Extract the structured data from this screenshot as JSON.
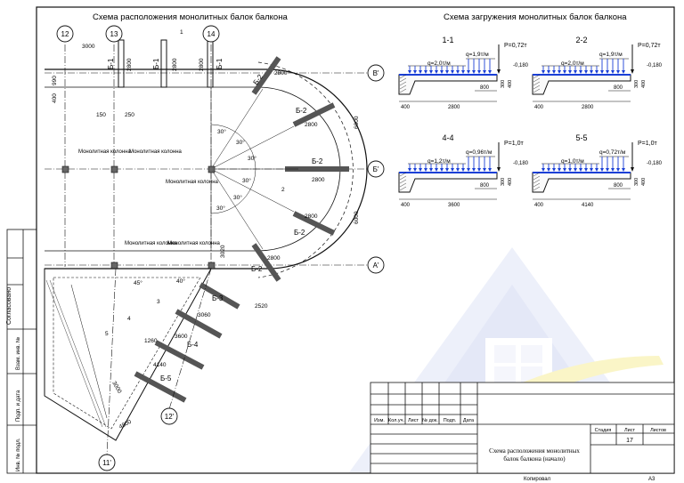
{
  "titles": {
    "plan": "Схема расположения монолитных балок балкона",
    "loads": "Схема загружения монолитных балок балкона"
  },
  "axes": {
    "a12": "12",
    "a13": "13",
    "a14": "14",
    "aV": "В'",
    "aB": "Б'",
    "aA": "А'",
    "a12p": "12'",
    "a11p": "11'"
  },
  "plan_labels": {
    "col1": "Монолитная колонна",
    "col2": "Монолитная колонна",
    "col3": "Монолитная колонна",
    "col4": "Монолитная колонна",
    "col5": "Монолитная колонна",
    "beam_b1": "Б-1",
    "beam_b2": "Б-2",
    "beam_b3": "Б-3",
    "beam_b4": "Б-4",
    "beam_b5": "Б-5",
    "d3000": "3000",
    "d2800": "2800",
    "d990": "990",
    "d400": "400",
    "d150": "150",
    "d250": "250",
    "d6000": "6000",
    "d30": "30°",
    "d45": "45°",
    "d40": "40°",
    "d3020": "3020",
    "d2520": "2520",
    "d3060": "3060",
    "d3600": "3600",
    "d4140": "4140",
    "d1260": "1260",
    "d4800": "4800",
    "sec1": "1",
    "sec2": "2",
    "sec3": "3",
    "sec4": "4",
    "sec5": "5"
  },
  "sections": [
    {
      "id": "1-1",
      "P": "P=0,72т",
      "q1": "q=2,0т/м",
      "q2": "q=1,9т/м",
      "span": "2800",
      "tip": "800",
      "sup": "400",
      "lvl": "-0,180",
      "h1": "300",
      "h2": "400"
    },
    {
      "id": "2-2",
      "P": "P=0,72т",
      "q1": "q=2,0т/м",
      "q2": "q=1,9т/м",
      "span": "2800",
      "tip": "800",
      "sup": "400",
      "lvl": "-0,180",
      "h1": "300",
      "h2": "400"
    },
    {
      "id": "4-4",
      "P": "P=1,0т",
      "q1": "q=1,2т/м",
      "q2": "q=0,96т/м",
      "span": "3600",
      "tip": "800",
      "sup": "400",
      "lvl": "-0,180",
      "h1": "300",
      "h2": "400"
    },
    {
      "id": "5-5",
      "P": "P=1,0т",
      "q1": "q=1,0т/м",
      "q2": "q=0,72т/м",
      "span": "4140",
      "tip": "800",
      "sup": "400",
      "lvl": "-0,180",
      "h1": "300",
      "h2": "400"
    }
  ],
  "stamp": {
    "izm": "Изм.",
    "kol": "Кол.уч.",
    "list": "Лист",
    "ndok": "№ док.",
    "podp": "Подп.",
    "data": "Дата",
    "stadiya": "Стадия",
    "list2": "Лист",
    "listov": "Листов",
    "sheet_no": "17",
    "title": "Схема расположения монолитных балок балкона (начало)",
    "kopiroval": "Копировал",
    "format": "А3"
  },
  "margin": {
    "soglasovano": "Согласовано",
    "vzam": "Взам. инв. №",
    "podp": "Подп. и дата",
    "inv": "Инв. № подл."
  },
  "colors": {
    "line": "#111111",
    "load": "#1a3fd6",
    "wm_blue": "#4a55b8",
    "wm_yellow": "#f3e15a"
  }
}
